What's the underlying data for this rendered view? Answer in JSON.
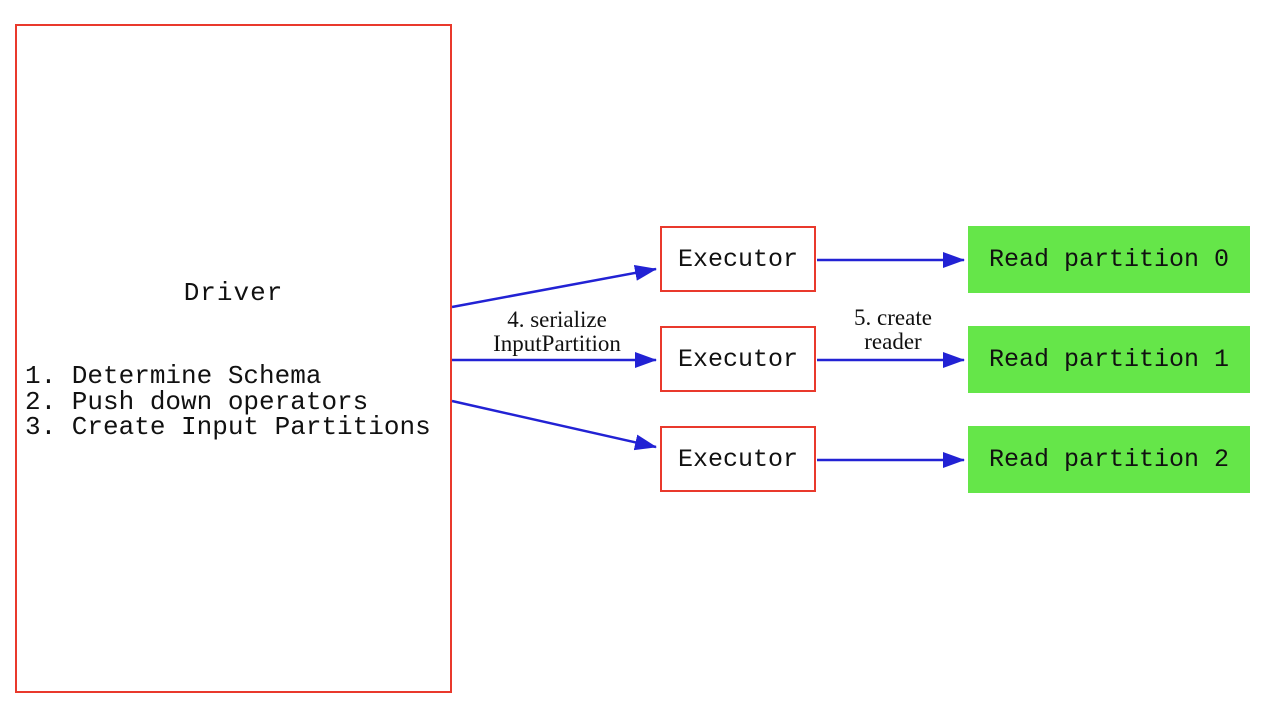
{
  "colors": {
    "red": "#e9392c",
    "green": "#65e649",
    "blue": "#2222d4",
    "ink": "#111111"
  },
  "driver": {
    "title": "Driver",
    "steps": [
      "1. Determine Schema",
      "2. Push down operators",
      "3. Create Input Partitions"
    ]
  },
  "executors": [
    {
      "label": "Executor"
    },
    {
      "label": "Executor"
    },
    {
      "label": "Executor"
    }
  ],
  "partitions": [
    {
      "label": "Read partition 0"
    },
    {
      "label": "Read partition 1"
    },
    {
      "label": "Read partition 2"
    }
  ],
  "edge_labels": {
    "serialize_line1": "4. serialize",
    "serialize_line2": "InputPartition",
    "reader_line1": "5. create",
    "reader_line2": "reader"
  }
}
